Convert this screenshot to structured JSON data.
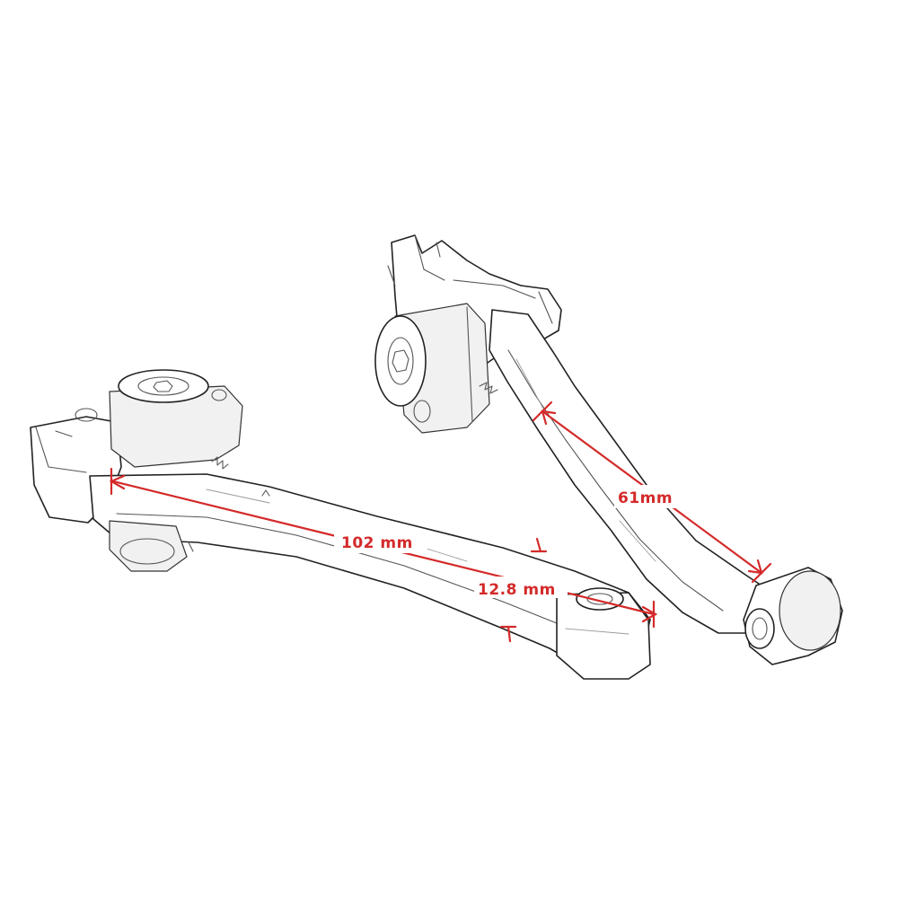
{
  "colors": {
    "dimension": "#d42a2a",
    "outline": "#222222"
  },
  "dimensions": {
    "lever_length": "102 mm",
    "lever_width": "12.8 mm",
    "tip_span": "61mm"
  }
}
